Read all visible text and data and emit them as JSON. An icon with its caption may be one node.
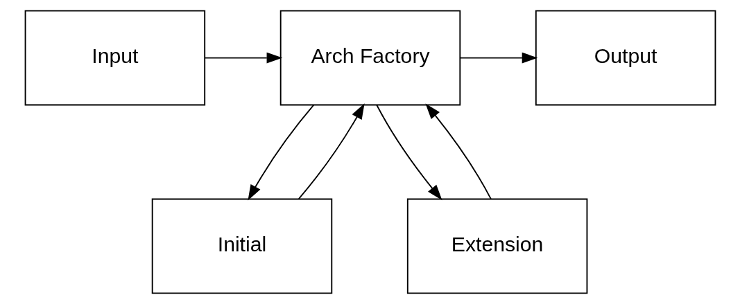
{
  "diagram": {
    "nodes": [
      {
        "text": [
          "Input"
        ]
      },
      {
        "text": [
          "Arch Factory"
        ]
      },
      {
        "text": [
          "Output"
        ]
      },
      {
        "text": [
          "Initial"
        ]
      },
      {
        "text": [
          "Extension"
        ]
      }
    ],
    "edges": [
      {
        "from": 0,
        "to": 1,
        "arrow": "to"
      },
      {
        "from": 1,
        "to": 2,
        "arrow": "to"
      },
      {
        "from": 1,
        "to": 3,
        "arrow": "to"
      },
      {
        "from": 3,
        "to": 1,
        "arrow": "to"
      },
      {
        "from": 4,
        "to": 1,
        "arrow": "to"
      },
      {
        "from": 1,
        "to": 4,
        "arrow": "to"
      }
    ]
  }
}
